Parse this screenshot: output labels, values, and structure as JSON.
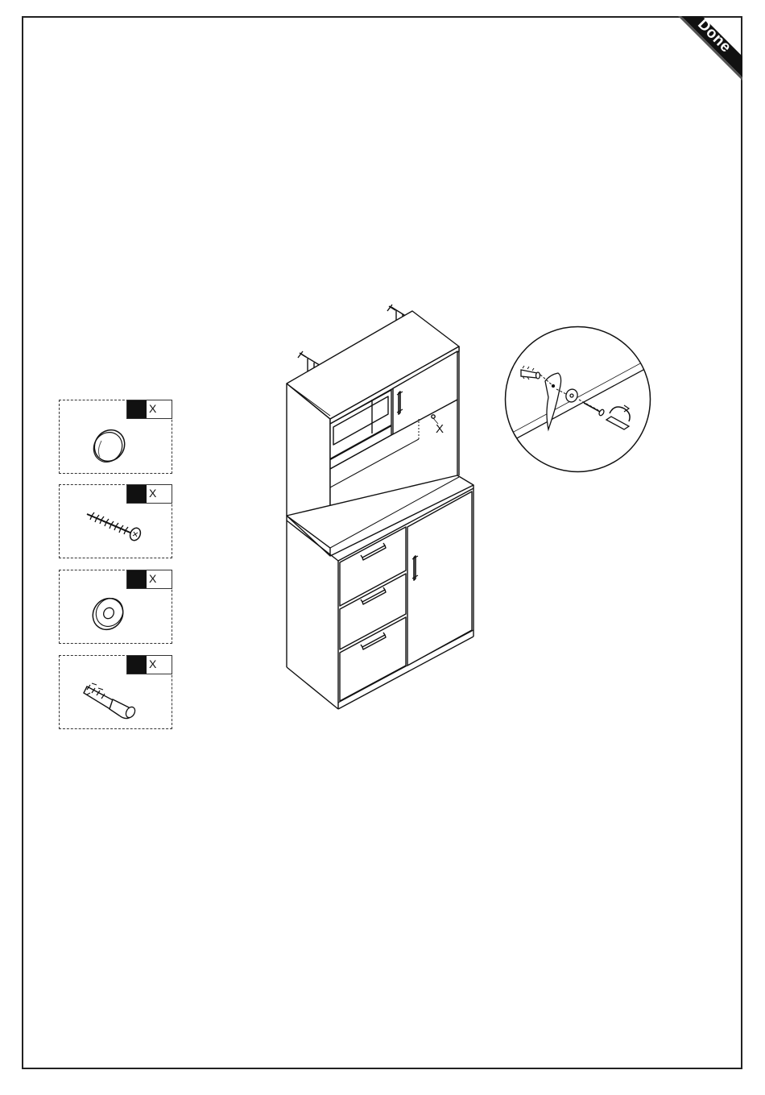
{
  "header": {
    "status_banner": "Done"
  },
  "parts": [
    {
      "name": "cap",
      "qty_label": "X",
      "icon": "round-cap-icon"
    },
    {
      "name": "screw",
      "qty_label": "X",
      "icon": "screw-icon"
    },
    {
      "name": "washer",
      "qty_label": "X",
      "icon": "washer-icon"
    },
    {
      "name": "wall-plug",
      "qty_label": "X",
      "icon": "wall-plug-icon"
    }
  ],
  "illustration": {
    "fastener_qty_label": "X"
  },
  "colors": {
    "ink": "#111111",
    "banner": "#111111",
    "paper": "#ffffff"
  }
}
